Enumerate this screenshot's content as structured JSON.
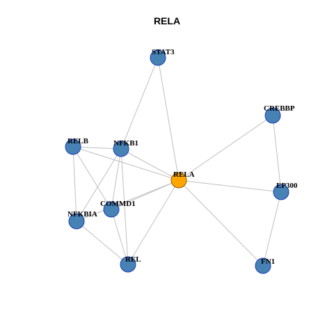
{
  "title": "RELA",
  "colors": {
    "node_fill": "#4682B4",
    "node_stroke": "#1C39BB",
    "center_fill": "#FFA500",
    "center_stroke": "#8B5A00",
    "edge": "#BFBFBF",
    "label": "#000000"
  },
  "network": {
    "center": "RELA",
    "nodes": [
      {
        "id": "STAT3",
        "label": "STAT3"
      },
      {
        "id": "CREBBP",
        "label": "CREBBP"
      },
      {
        "id": "RELB",
        "label": "RELB"
      },
      {
        "id": "NFKB1",
        "label": "NFKB1"
      },
      {
        "id": "RELA",
        "label": "RELA"
      },
      {
        "id": "EP300",
        "label": "EP300"
      },
      {
        "id": "COMMD1",
        "label": "COMMD1"
      },
      {
        "id": "NFKBIA",
        "label": "NFKBIA"
      },
      {
        "id": "REL",
        "label": "REL"
      },
      {
        "id": "FN1",
        "label": "FN1"
      }
    ],
    "edges": [
      [
        "STAT3",
        "NFKB1"
      ],
      [
        "STAT3",
        "RELA"
      ],
      [
        "CREBBP",
        "RELA"
      ],
      [
        "CREBBP",
        "EP300"
      ],
      [
        "RELB",
        "NFKB1"
      ],
      [
        "RELB",
        "RELA"
      ],
      [
        "RELB",
        "NFKBIA"
      ],
      [
        "RELB",
        "COMMD1"
      ],
      [
        "NFKB1",
        "RELA"
      ],
      [
        "NFKB1",
        "NFKBIA"
      ],
      [
        "NFKB1",
        "COMMD1"
      ],
      [
        "NFKB1",
        "REL"
      ],
      [
        "RELA",
        "EP300"
      ],
      [
        "RELA",
        "COMMD1"
      ],
      [
        "RELA",
        "NFKBIA"
      ],
      [
        "RELA",
        "REL"
      ],
      [
        "RELA",
        "FN1"
      ],
      [
        "EP300",
        "FN1"
      ],
      [
        "COMMD1",
        "REL"
      ],
      [
        "NFKBIA",
        "REL"
      ]
    ]
  }
}
